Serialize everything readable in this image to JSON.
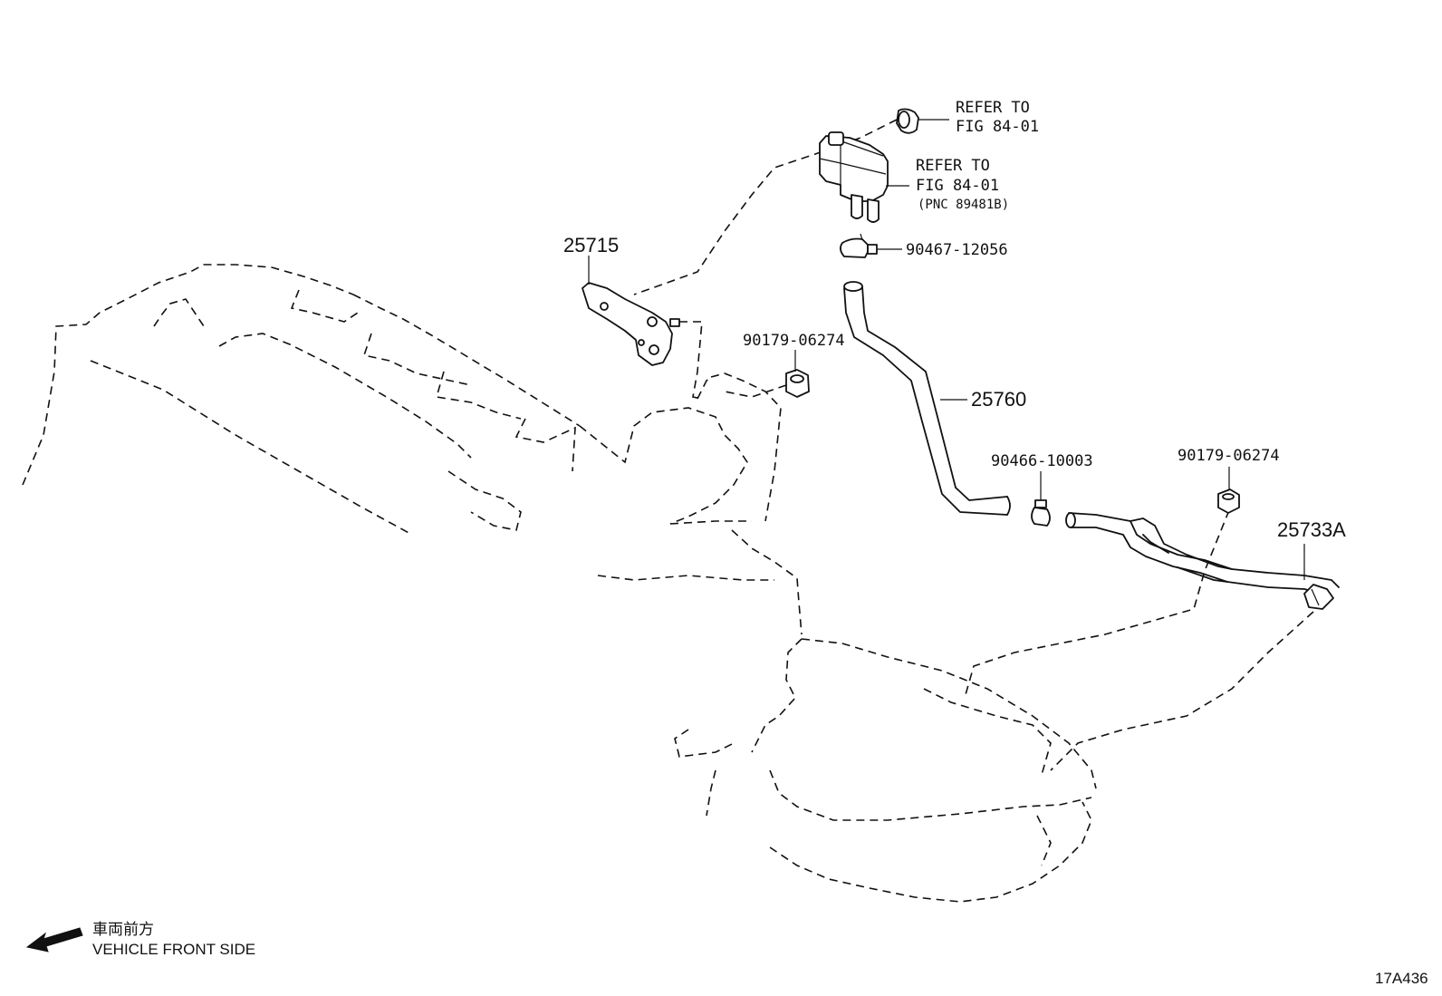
{
  "callouts": {
    "refer_top_line1": "REFER TO",
    "refer_top_line2": "FIG 84-01",
    "refer_sensor_line1": "REFER TO",
    "refer_sensor_line2": "FIG 84-01",
    "refer_sensor_pnc": "(PNC 89481B)",
    "part_25715": "25715",
    "part_90467": "90467-12056",
    "part_90179_a": "90179-06274",
    "part_25760": "25760",
    "part_90466": "90466-10003",
    "part_90179_b": "90179-06274",
    "part_25733a": "25733A"
  },
  "legend": {
    "japanese": "車両前方",
    "english": "VEHICLE FRONT SIDE"
  },
  "figure_id": "17A436"
}
